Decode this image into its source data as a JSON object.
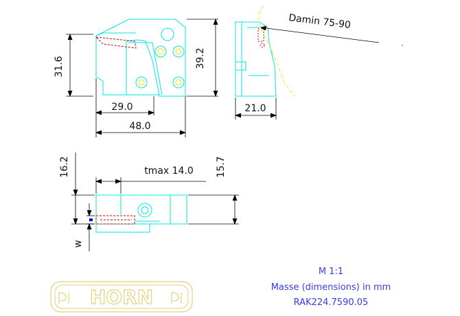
{
  "dimensions": {
    "height_left": "31.6",
    "height_right": "39.2",
    "width_inner": "29.0",
    "width_total": "48.0",
    "width_side": "21.0",
    "height_16": "16.2",
    "tmax": "tmax 14.0",
    "height_15": "15.7",
    "w_label": "w"
  },
  "callout": "Damin 75-90",
  "notes": {
    "scale": "M 1:1",
    "units": "Masse (dimensions) in mm",
    "part_number": "RAK224.7590.05"
  },
  "logo": {
    "text": "HORN",
    "color": "#e0d27a"
  },
  "colors": {
    "outline": "#00e6e6",
    "dimension": "#000000",
    "insert": "#cc0000",
    "arc": "#e6e600",
    "caption": "#3a3ae6"
  }
}
